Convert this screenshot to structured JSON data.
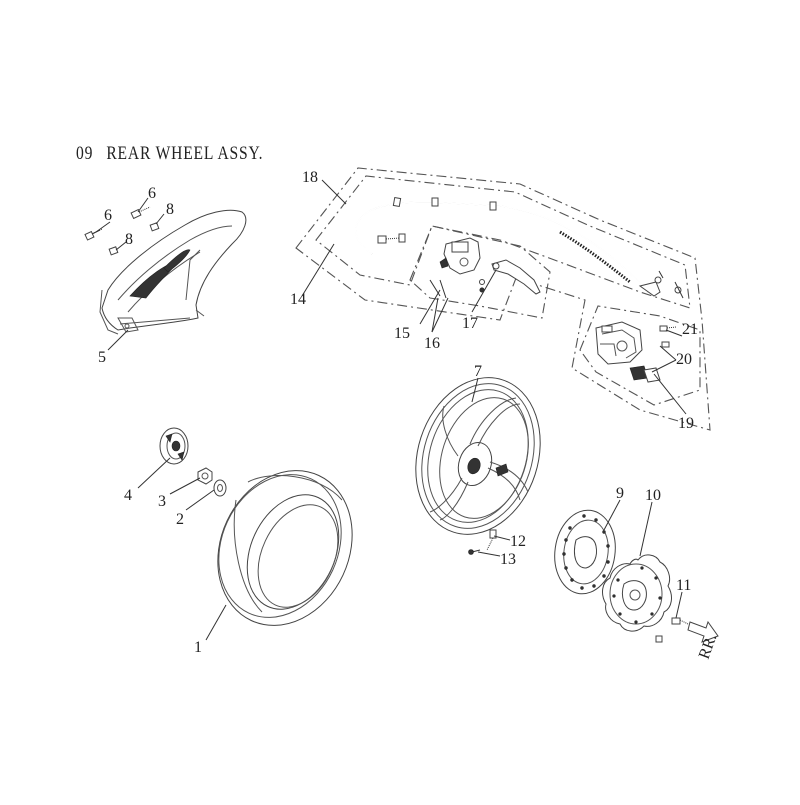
{
  "diagram": {
    "section_number": "09",
    "section_title": "REAR WHEEL ASSY.",
    "direction_label": "RR.",
    "callouts": [
      {
        "id": "1",
        "label": "1"
      },
      {
        "id": "2",
        "label": "2"
      },
      {
        "id": "3",
        "label": "3"
      },
      {
        "id": "4",
        "label": "4"
      },
      {
        "id": "5",
        "label": "5"
      },
      {
        "id": "6a",
        "label": "6"
      },
      {
        "id": "6b",
        "label": "6"
      },
      {
        "id": "7",
        "label": "7"
      },
      {
        "id": "8a",
        "label": "8"
      },
      {
        "id": "8b",
        "label": "8"
      },
      {
        "id": "9",
        "label": "9"
      },
      {
        "id": "10",
        "label": "10"
      },
      {
        "id": "11",
        "label": "11"
      },
      {
        "id": "12",
        "label": "12"
      },
      {
        "id": "13",
        "label": "13"
      },
      {
        "id": "14",
        "label": "14"
      },
      {
        "id": "15",
        "label": "15"
      },
      {
        "id": "16",
        "label": "16"
      },
      {
        "id": "17",
        "label": "17"
      },
      {
        "id": "18",
        "label": "18"
      },
      {
        "id": "19",
        "label": "19"
      },
      {
        "id": "20",
        "label": "20"
      },
      {
        "id": "21",
        "label": "21"
      }
    ]
  }
}
